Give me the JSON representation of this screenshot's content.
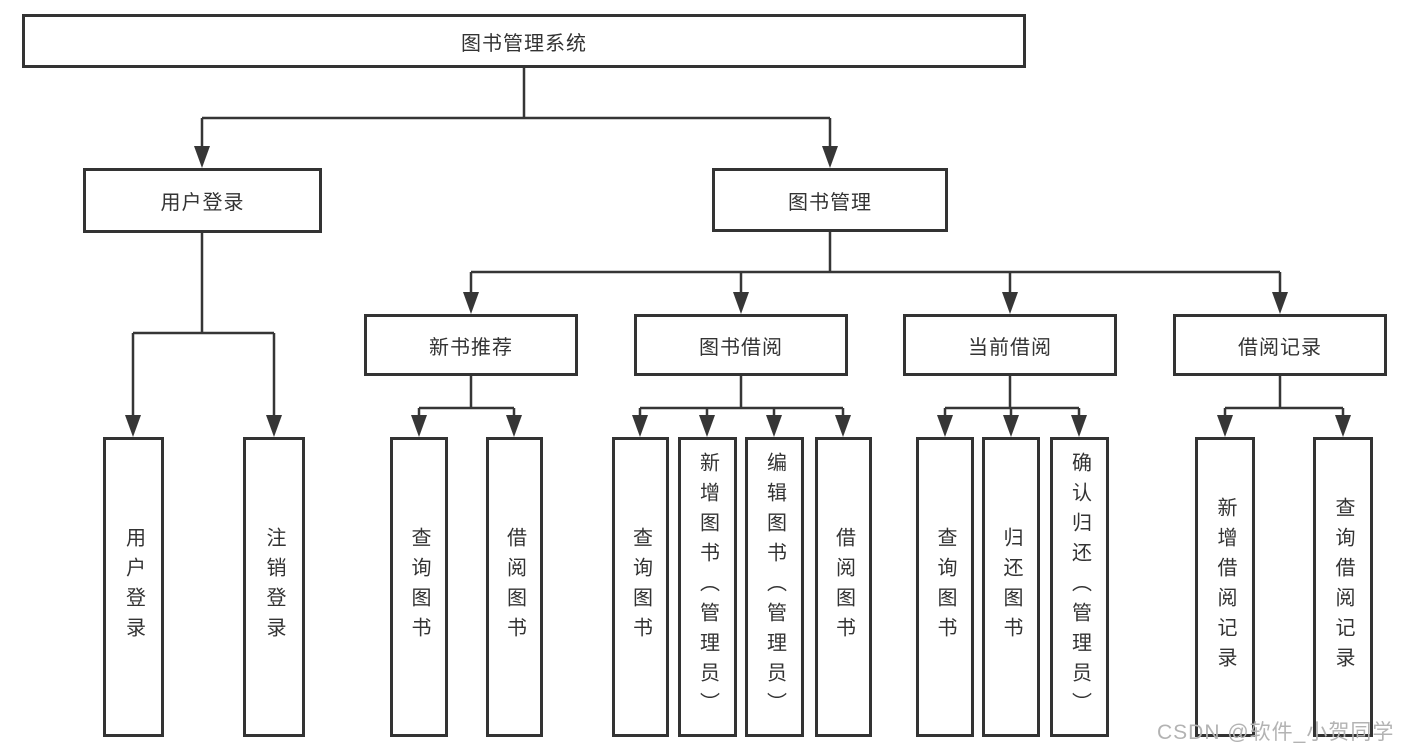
{
  "diagram": {
    "root": "图书管理系统",
    "branches": [
      {
        "label": "用户登录",
        "leaves": [
          "用户登录",
          "注销登录"
        ]
      },
      {
        "label": "图书管理",
        "groups": [
          {
            "label": "新书推荐",
            "leaves": [
              "查询图书",
              "借阅图书"
            ]
          },
          {
            "label": "图书借阅",
            "leaves": [
              "查询图书",
              "新增图书（管理员）",
              "编辑图书（管理员）",
              "借阅图书"
            ]
          },
          {
            "label": "当前借阅",
            "leaves": [
              "查询图书",
              "归还图书",
              "确认归还（管理员）"
            ]
          },
          {
            "label": "借阅记录",
            "leaves": [
              "新增借阅记录",
              "查询借阅记录"
            ]
          }
        ]
      }
    ]
  },
  "watermark": "CSDN @软件_小贺同学",
  "colors": {
    "line": "#363636",
    "border": "#333333",
    "text": "#333333",
    "watermark": "#b3b3b3",
    "background": "#ffffff"
  }
}
